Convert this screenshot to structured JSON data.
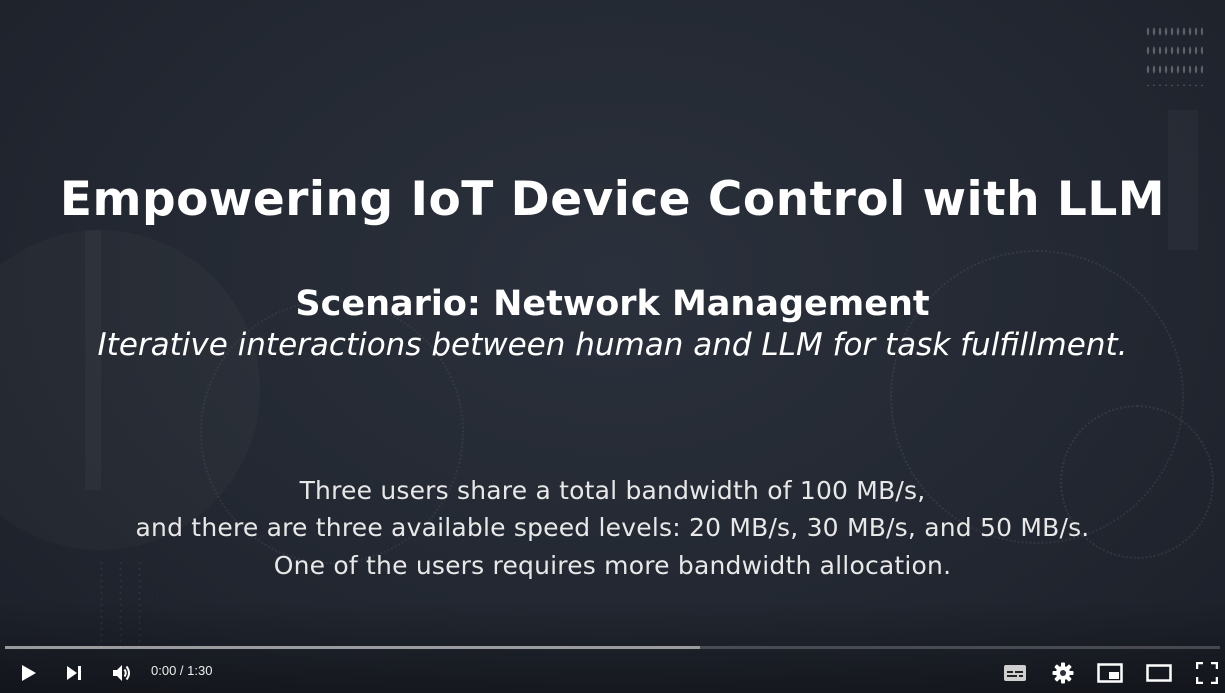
{
  "slide": {
    "title": "Empowering IoT Device Control with LLM",
    "scenario": "Scenario: Network Management",
    "subtitle": "Iterative interactions between human and LLM for task fulfillment.",
    "description": [
      "Three users share a total bandwidth of 100 MB/s,",
      "and there are three available speed levels: 20 MB/s, 30 MB/s, and 50 MB/s.",
      "One of the users requires more bandwidth allocation."
    ]
  },
  "player": {
    "current_time": "0:00",
    "duration": "1:30",
    "time_display": "0:00 / 1:30",
    "buffered_fraction": 0.572,
    "played_fraction": 0.0,
    "icons": [
      "play-icon",
      "next-icon",
      "volume-icon",
      "subtitles-icon",
      "settings-icon",
      "miniplayer-icon",
      "theater-mode-icon",
      "fullscreen-icon"
    ],
    "colors": {
      "background": "#232832",
      "text": "#ffffff",
      "controls": "#ffffff"
    }
  }
}
